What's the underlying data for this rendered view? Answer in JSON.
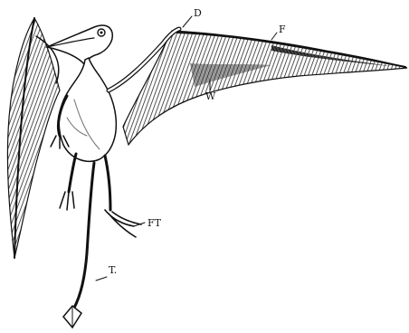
{
  "figure": {
    "labels": {
      "d": "D",
      "f": "F",
      "w": "W",
      "ft": "FT",
      "t": "T."
    },
    "colors": {
      "ink": "#1a1a1a",
      "hatch": "#3a3a3a",
      "paper": "#ffffff"
    }
  }
}
